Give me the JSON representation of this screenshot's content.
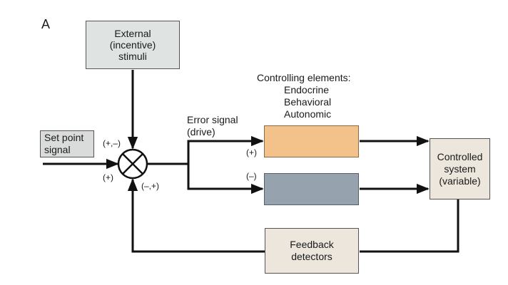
{
  "panel_label": "A",
  "external_stimuli": "External\n(incentive)\nstimuli",
  "set_point": "Set point\nsignal",
  "error_signal": "Error signal\n(drive)",
  "controlling_elements": {
    "heading": "Controlling elements:",
    "items": [
      "Endocrine",
      "Behavioral",
      "Autonomic"
    ]
  },
  "controlled_system": "Controlled\nsystem\n(variable)",
  "feedback": "Feedback\ndetectors",
  "signs": {
    "comparator_top": "(+,–)",
    "comparator_left": "(+)",
    "comparator_bottom": "(–,+)",
    "upper_branch": "(+)",
    "lower_branch": "(–)"
  },
  "colors": {
    "external_box": "#dfe3e1",
    "set_point_box": "#d9dcda",
    "orange_element": "#f2c28a",
    "gray_element": "#96a2ad",
    "controlled_box": "#ece6dc",
    "feedback_box": "#ece6dc"
  }
}
